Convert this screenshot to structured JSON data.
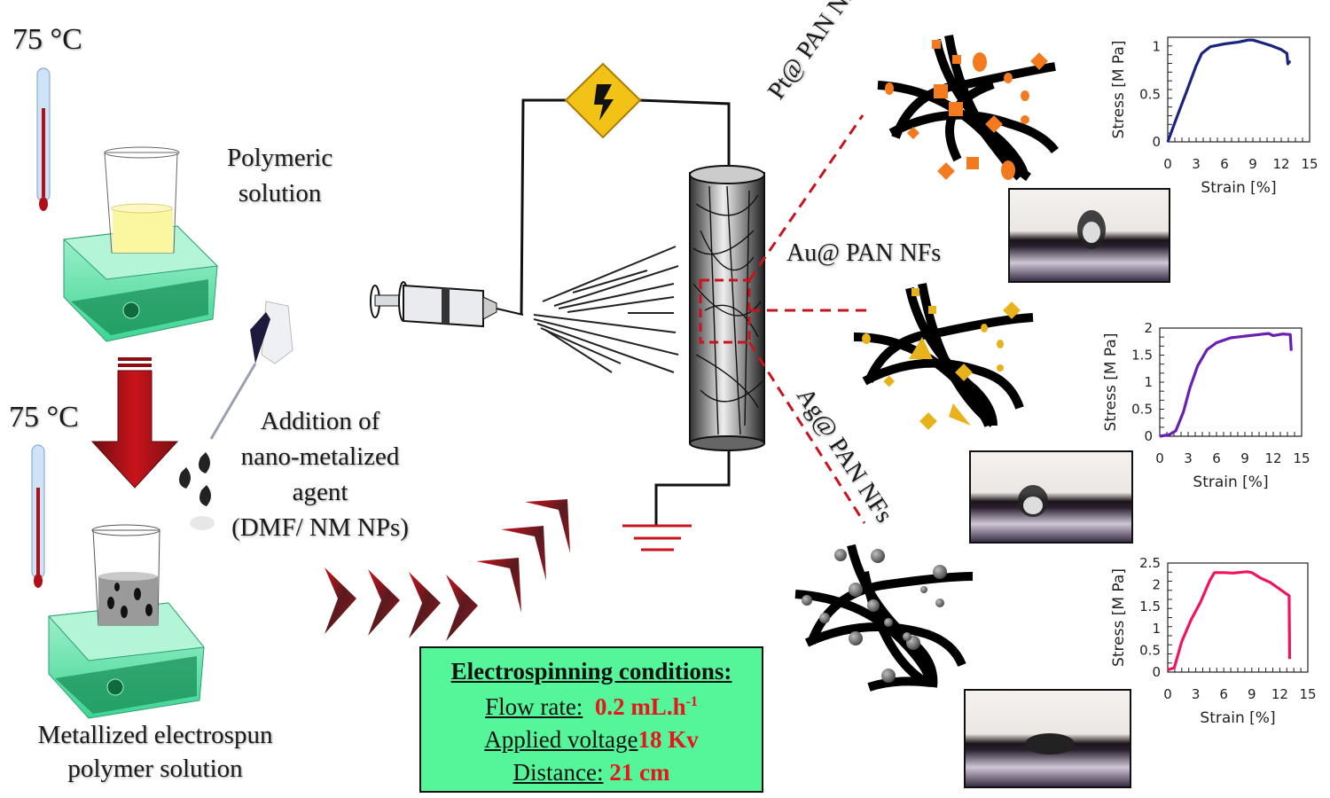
{
  "left": {
    "temp_top": "75 °C",
    "temp_bottom": "75 °C",
    "polymeric_solution": [
      "Polymeric",
      "solution"
    ],
    "addition_text": [
      "Addition of",
      "nano-metalized",
      "agent",
      "(DMF/ NM NPs)"
    ],
    "metallized_text": [
      "Metallized electrospun",
      "polymer solution"
    ]
  },
  "conditions": {
    "title": "Electrospinning conditions:",
    "rows": [
      {
        "key": "Flow rate:",
        "value": "0.2 mL.h",
        "sup": "-1"
      },
      {
        "key": "Applied voltage",
        "value": "18 Kv",
        "sup": ""
      },
      {
        "key": "Distance:",
        "value": "21 cm",
        "sup": ""
      }
    ]
  },
  "branches": [
    {
      "label": "Pt@ PAN NFs",
      "color": "#f47a20"
    },
    {
      "label": "Au@ PAN NFs",
      "color": "#e8b21a"
    },
    {
      "label": "Ag@ PAN NFs",
      "color": "#7a7a7a"
    }
  ],
  "colors": {
    "arrow_red": "#b3121b",
    "dash_red": "#c8141c",
    "box_green": "#55f59a",
    "hotplate_green": "#5fe3a8",
    "power_yellow": "#f2c316"
  },
  "chart_data": [
    {
      "type": "line",
      "name": "Pt@ PAN NFs stress-strain",
      "xlabel": "Strain [%]",
      "ylabel": "Stress [M Pa]",
      "xlim": [
        0,
        15
      ],
      "ylim": [
        0,
        1.1
      ],
      "xticks": [
        0,
        3,
        6,
        9,
        12,
        15
      ],
      "yticks": [
        0,
        0.5,
        1
      ],
      "ytick_labels": [
        "0",
        "0.5",
        "1"
      ],
      "color": "#1a237e",
      "series": [
        {
          "name": "Pt@PAN",
          "x": [
            0,
            1,
            2,
            3,
            3.6,
            4.5,
            6,
            7.5,
            8.5,
            9,
            10,
            11,
            12,
            12.6,
            12.7,
            12.8,
            13
          ],
          "y": [
            0,
            0.27,
            0.53,
            0.8,
            0.93,
            1.0,
            1.03,
            1.05,
            1.07,
            1.07,
            1.04,
            1.01,
            0.97,
            0.93,
            0.82,
            0.84,
            0.84
          ]
        }
      ]
    },
    {
      "type": "line",
      "name": "Au@ PAN NFs stress-strain",
      "xlabel": "Strain [%]",
      "ylabel": "Stress [M Pa]",
      "xlim": [
        0,
        15
      ],
      "ylim": [
        0,
        2
      ],
      "xticks": [
        0,
        3,
        6,
        9,
        12,
        15
      ],
      "yticks": [
        0,
        0.5,
        1,
        1.5,
        2
      ],
      "ytick_labels": [
        "0",
        "0.5",
        "1",
        "1.5",
        "2"
      ],
      "color": "#6a1fb3",
      "series": [
        {
          "name": "Au@PAN",
          "x": [
            0,
            1,
            1.7,
            2.5,
            3.2,
            4,
            5,
            6,
            7.5,
            9,
            10.5,
            11.5,
            12,
            13,
            13.8,
            13.9
          ],
          "y": [
            0,
            0.03,
            0.1,
            0.45,
            0.9,
            1.3,
            1.6,
            1.73,
            1.82,
            1.85,
            1.88,
            1.9,
            1.86,
            1.89,
            1.88,
            1.58
          ]
        }
      ]
    },
    {
      "type": "line",
      "name": "Ag@ PAN NFs stress-strain",
      "xlabel": "Strain [%]",
      "ylabel": "Stress [M Pa]",
      "xlim": [
        0,
        15
      ],
      "ylim": [
        0,
        2.5
      ],
      "xticks": [
        0,
        3,
        6,
        9,
        12,
        15
      ],
      "yticks": [
        0,
        0.5,
        1,
        1.5,
        2,
        2.5
      ],
      "ytick_labels": [
        "0",
        "0.5",
        "1",
        "1.5",
        "2",
        "2.5"
      ],
      "color": "#f0145a",
      "series": [
        {
          "name": "Ag@PAN",
          "x": [
            0,
            0.7,
            1.5,
            2.5,
            3.5,
            4.5,
            5,
            6,
            7,
            8.5,
            9,
            10,
            11,
            12,
            12.8,
            13,
            13.05
          ],
          "y": [
            0.05,
            0.1,
            0.7,
            1.2,
            1.6,
            2.1,
            2.28,
            2.28,
            2.27,
            2.3,
            2.28,
            2.15,
            2.05,
            1.9,
            1.78,
            1.75,
            0.3
          ]
        }
      ]
    }
  ]
}
